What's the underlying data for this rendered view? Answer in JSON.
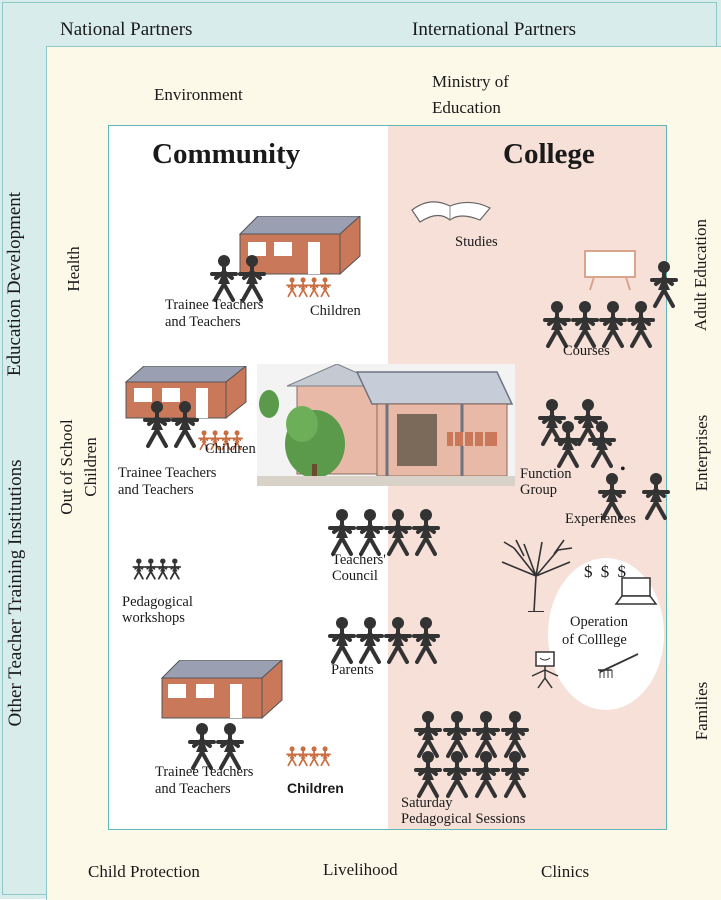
{
  "outer": {
    "top_left": "National Partners",
    "top_right": "International Partners",
    "left_vertical_outer": "Other Teacher Training Institutions",
    "left_vertical_inner": "Education Development"
  },
  "middle": {
    "environment": "Environment",
    "ministry_line1": "Ministry of",
    "ministry_line2": "Education",
    "health": "Health",
    "out_of_school_line1": "Out of School",
    "out_of_school_line2": "Children",
    "adult_education": "Adult Education",
    "enterprises": "Enterprises",
    "families": "Families",
    "child_protection": "Child Protection",
    "livelihood": "Livelihood",
    "clinics": "Clinics"
  },
  "core": {
    "community_title": "Community",
    "college_title": "College",
    "school1": {
      "teachers_line1": "Trainee Teachers",
      "teachers_line2": "and Teachers",
      "children": "Children"
    },
    "school2": {
      "teachers_line1": "Trainee Teachers",
      "teachers_line2": "and Teachers",
      "children": "Children"
    },
    "school3": {
      "teachers_line1": "Trainee Teachers",
      "teachers_line2": "and Teachers",
      "children": "Children"
    },
    "pedagogical_line1": "Pedagogical",
    "pedagogical_line2": "workshops",
    "teachers_council_line1": "Teachers'",
    "teachers_council_line2": "Council",
    "parents": "Parents",
    "studies": "Studies",
    "courses": "Courses",
    "function_group_line1": "Function",
    "function_group_line2": "Group",
    "experiences": "Experiences",
    "operation_line1": "Operation",
    "operation_line2": "of Colllege",
    "saturday_line1": "Saturday",
    "saturday_line2": "Pedagogical Sessions",
    "dollar_signs": "$ $ $"
  },
  "colors": {
    "outer_band": "#d8ecec",
    "inner_band": "#fdf9e8",
    "community_bg": "#ffffff",
    "college_bg": "#f6e0d8",
    "border": "#5fb8b8",
    "building": "#c9795a",
    "roof": "#9aa0b2",
    "child_figure": "#c86e40",
    "person_figure": "#333333"
  }
}
